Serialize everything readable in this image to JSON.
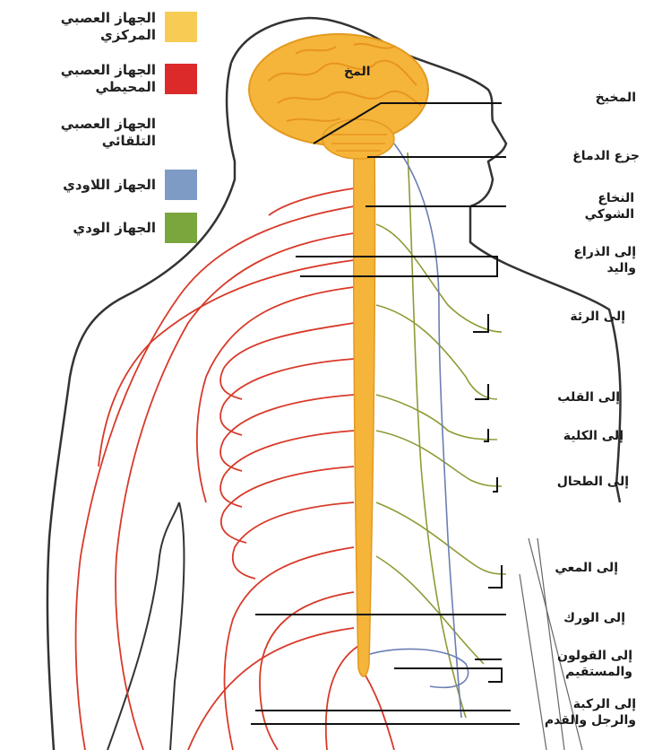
{
  "legend": [
    {
      "label": "الجهاز العصبي\nالمركزي",
      "color": "#f7cc55"
    },
    {
      "label": "الجهاز العصبي\nالمحيطي",
      "color": "#dc2a2a"
    },
    {
      "label": "الجهاز العصبي\nالتلقائي",
      "color": ""
    },
    {
      "label": "الجهاز اللاودي",
      "color": "#7d9bc4"
    },
    {
      "label": "الجهاز الودي",
      "color": "#7aa63e"
    }
  ],
  "brain_label": "المخ",
  "labels": [
    "المخيخ",
    "جزع الدماغ",
    "النخاع\nالشوكي",
    "إلى الذراع\nواليد",
    "إلى الرئة",
    "إلى القلب",
    "إلى الكلية",
    "إلى الطحال",
    "إلى المعي",
    "إلى الورك",
    "إلى القولون\nوالمستقيم",
    "إلى الركبة\nوالرجل والقدم"
  ],
  "colors": {
    "central": "#f5b53a",
    "peripheral": "#d83a2a",
    "parasympathetic": "#6b7fb3",
    "sympathetic": "#8f9a35",
    "outline": "#333333"
  }
}
